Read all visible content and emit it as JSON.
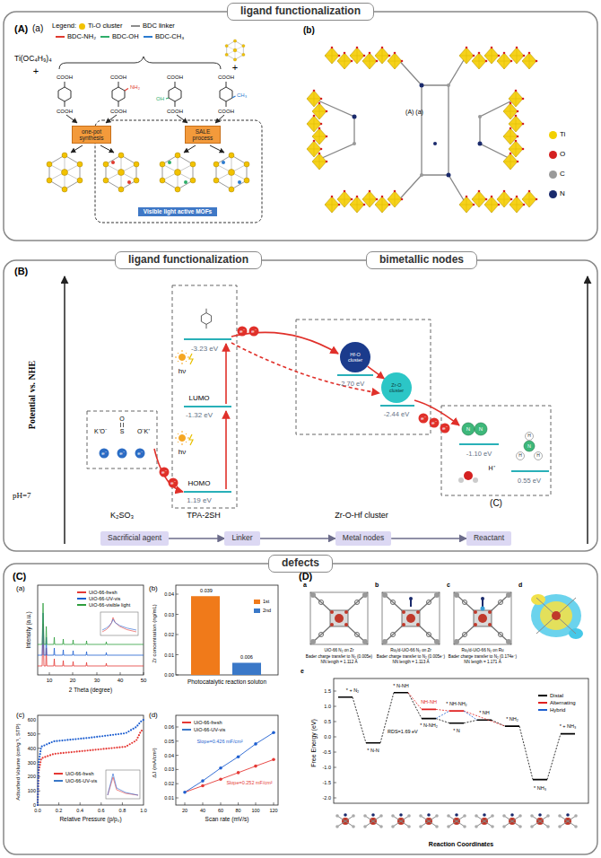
{
  "diagram": {
    "nodes": [
      {
        "text": [
          "ligand functionalization"
        ]
      },
      {
        "text": [
          "one-pot synthesis"
        ]
      },
      {
        "text": [
          "SALE process"
        ]
      },
      {
        "text": [
          "Visible light active MOFs"
        ]
      },
      {
        "text": [
          "ligand functionalization"
        ]
      },
      {
        "text": [
          "bimetallic nodes"
        ]
      },
      {
        "text": [
          "Hf-O cluster"
        ]
      },
      {
        "text": [
          "Zr-O cluster"
        ]
      },
      {
        "text": [
          "Sacrificial agent"
        ]
      },
      {
        "text": [
          "Linker"
        ]
      },
      {
        "text": [
          "Metal nodes"
        ]
      },
      {
        "text": [
          "Reactant"
        ]
      },
      {
        "text": [
          "defects"
        ]
      }
    ],
    "edges": [
      {
        "from": 6,
        "to": 7,
        "arrow": "to"
      },
      {
        "from": 8,
        "to": 9,
        "arrow": "to"
      },
      {
        "from": 9,
        "to": 10,
        "arrow": "to"
      },
      {
        "from": 10,
        "to": 11,
        "arrow": "to"
      }
    ],
    "labels": [
      "(A)",
      "(a)",
      "Legend:",
      "Ti(OC₄H₉)₄",
      "+",
      "+",
      "COOH",
      "COOH",
      "COOH",
      "COOH",
      "COOH",
      "COOH",
      "COOH",
      "COOH",
      "NH₂",
      "OH",
      "CH₃",
      "(b)",
      "(A) (a)",
      "(B)",
      "Potential vs. NHE",
      "pH=7",
      "O",
      "K⁺O⁻",
      "S",
      "O⁻K⁺",
      "e⁻",
      "e⁻",
      "e⁻",
      "K₂SO₃",
      "TPA-2SH",
      "Zr-O-Hf cluster",
      "HOMO",
      "1.19 eV",
      "LUMO",
      "-1.32 eV",
      "-3.23 eV",
      "hν",
      "hν",
      "e⁻",
      "e⁻",
      "e⁻",
      "e⁻",
      "e⁻",
      "e⁻",
      "e⁻",
      "-2.70 eV",
      "-2.44 eV",
      "N",
      "N",
      "-1.10 eV",
      "N",
      "H",
      "H",
      "H",
      "0.55 eV",
      "H⁺",
      "(C)",
      "(C)",
      "(D)",
      "(a)",
      "Intensity (a.u.)",
      "10",
      "20",
      "30",
      "40",
      "50",
      "2 Theta (degree)",
      "(b)",
      "Zr concentration (ng/mL)",
      "0.00",
      "0.01",
      "0.02",
      "0.03",
      "0.04",
      "0.039",
      "0.006",
      "Photocatalytic reaction soluton",
      "(c)",
      "Adsorbed Volume (cm³g⁻¹, STP)",
      "0",
      "100",
      "200",
      "300",
      "400",
      "500",
      "600",
      "0.0",
      "0.2",
      "0.4",
      "0.6",
      "0.8",
      "1.0",
      "Relative Pressure (p/p₀)",
      "(d)",
      "ΔJ (mA/cm²)",
      "0.01",
      "0.02",
      "0.03",
      "0.04",
      "0.05",
      "0.06",
      "20",
      "40",
      "60",
      "80",
      "100",
      "120",
      "Scan rate (mV/s)",
      "Slope=0.426 mF/cm²",
      "Slope=0.252 mF/cm²",
      "a",
      "b",
      "c",
      "d",
      "UiO-66 N₂ on Zr",
      "Bader charge transfer to N₂ (0.005e)",
      "NN length = 1.112 Å",
      "Ru₁/d-UiO-66 N₂ on Zr",
      "Bader charge transfer to N₂ (0.005e⁻)",
      "NN length = 1.113 Å",
      "Ru₁/d-UiO-66 N₂ on Ru",
      "Bader charge transfer to N₂ (0.174e⁻)",
      "NN length = 1.171 Å",
      "e",
      "Free Energy (eV)",
      "1.5",
      "1.0",
      "0.5",
      "0.0",
      "-0.5",
      "-1.0",
      "-1.5",
      "-2.0",
      "* + N₂",
      "* N-N",
      "* N-NH",
      "RDS=1.69 eV",
      "NH-NH",
      "* N-NH₂",
      "* NH-NH₂",
      "* N",
      "* NH",
      "* NH₂",
      "* NH₃",
      "* + NH₃",
      "Reaction Coordinates"
    ],
    "legend": [
      {
        "text": "Ti-O cluster",
        "color": "#f2c200"
      },
      {
        "text": "BDC linker",
        "color": "#8c8c8c"
      },
      {
        "text": "BDC-NH₂",
        "color": "#e03a2f"
      },
      {
        "text": "BDC-OH",
        "color": "#2fae6a"
      },
      {
        "text": "BDC-CH₃",
        "color": "#2b7bd0"
      },
      {
        "text": "Ti",
        "color": "#f2d000"
      },
      {
        "text": "O",
        "color": "#d42020"
      },
      {
        "text": "C",
        "color": "#9a9a9a"
      },
      {
        "text": "N",
        "color": "#1a2a6c"
      },
      {
        "text": "UiO-66-fresh",
        "color": "#e53935"
      },
      {
        "text": "UiO-66-UV-vis",
        "color": "#1e5fd0"
      },
      {
        "text": "UiO-66-visible light",
        "color": "#2e9e3e"
      },
      {
        "text": "1st",
        "color": "#f07a1a"
      },
      {
        "text": "2nd",
        "color": "#3a78c8"
      },
      {
        "text": "UiO-66-fresh",
        "color": "#e53935"
      },
      {
        "text": "UiO-66-UV-vis",
        "color": "#3a78c8"
      },
      {
        "text": "UiO-66-fresh",
        "color": "#e53935"
      },
      {
        "text": "UiO-66-UV-vis",
        "color": "#3a78c8"
      },
      {
        "text": "Distal",
        "color": "#000000"
      },
      {
        "text": "Alternating",
        "color": "#e02020"
      },
      {
        "text": "Hybrid",
        "color": "#1e5fd0"
      }
    ]
  }
}
